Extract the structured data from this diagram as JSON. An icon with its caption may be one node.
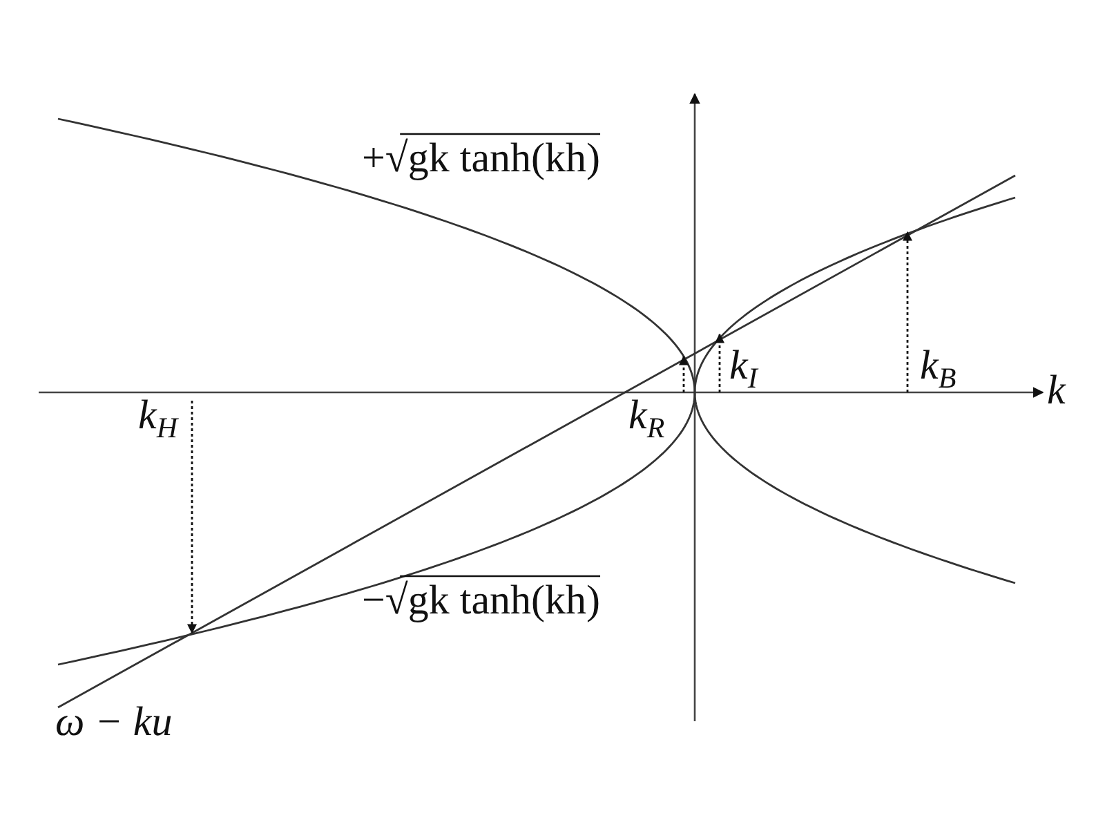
{
  "diagram": {
    "labels": [
      "+√gk tanh(kh)",
      "k",
      "k$_{I}$",
      "k$_{B}$",
      "k$_{H}$",
      "k$_{R}$",
      "−√gk tanh(kh)",
      "ω − ku"
    ]
  }
}
